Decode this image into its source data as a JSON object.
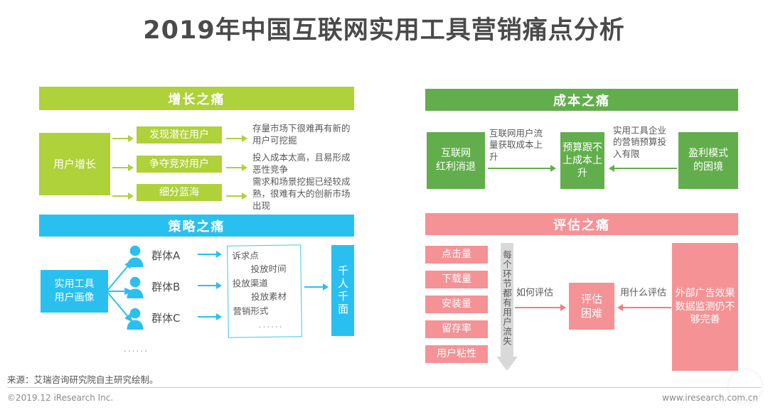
{
  "title": "2019年中国互联网实用工具营销痛点分析",
  "panels": {
    "growth": {
      "header": "增长之痛",
      "color": "#AFD13A",
      "root": "用户增长",
      "items": [
        {
          "label": "发现潜在用户",
          "note": "存量市场下很难再有新的用户可挖掘"
        },
        {
          "label": "争夺竞对用户",
          "note": "投入成本太高，且易形成恶性竞争"
        },
        {
          "label": "细分蓝海",
          "note": "需求和场景挖掘已经较成熟，很难有大的创新市场出现"
        }
      ]
    },
    "strategy": {
      "header": "策略之痛",
      "color": "#29C0F0",
      "root": "实用工具\n用户画像",
      "root_line1": "实用工具",
      "root_line2": "用户画像",
      "groups": [
        "群体A",
        "群体B",
        "群体C"
      ],
      "ellipsis": "......",
      "card_items": [
        "诉求点",
        "投放时间",
        "投放渠道",
        "投放素材",
        "营销形式"
      ],
      "card_ellipsis": "......",
      "outcome": "千人千面"
    },
    "cost": {
      "header": "成本之痛",
      "color": "#63AE4C",
      "left_box": "互联网\n红利消退",
      "left_box_line1": "互联网",
      "left_box_line2": "红利消退",
      "left_arrow_label": "互联网用户流量获取成本上升",
      "center_box": "预算跟不上成本上升",
      "right_arrow_label": "实用工具企业的营销预算投入有限",
      "right_box": "盈利模式\n的困境",
      "right_box_line1": "盈利模式",
      "right_box_line2": "的困境"
    },
    "evaluation": {
      "header": "评估之痛",
      "color": "#F59295",
      "metrics": [
        "点击量",
        "下载量",
        "安装量",
        "留存率",
        "用户粘性"
      ],
      "funnel_label": "每个环节都有用户流失",
      "left_arrow_label": "如何评估",
      "center_box": "评估困难",
      "center_box_line1": "评估",
      "center_box_line2": "困难",
      "right_arrow_label": "用什么评估",
      "right_box": "外部广告效果数据监测仍不够完善"
    }
  },
  "footer": {
    "source": "来源：艾瑞咨询研究院自主研究绘制。",
    "copyright": "©2019.12 iResearch Inc.",
    "url": "www.iresearch.com.cn"
  }
}
